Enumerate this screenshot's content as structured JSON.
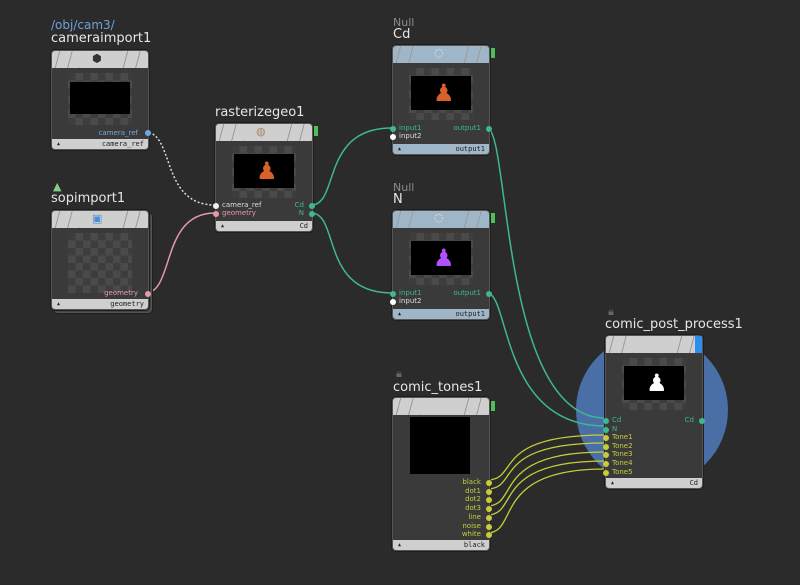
{
  "nodes": {
    "cameraimport": {
      "path": "/obj/cam3/",
      "name": "cameraimport1",
      "out": "camera_ref",
      "footer": "camera_ref"
    },
    "sopimport": {
      "name": "sopimport1",
      "out": "geometry",
      "footer": "geometry"
    },
    "rasterize": {
      "name": "rasterizegeo1",
      "in": [
        "camera_ref",
        "geometry"
      ],
      "out": [
        "Cd",
        "N"
      ],
      "footer": "Cd"
    },
    "nullcd": {
      "type": "Null",
      "name": "Cd",
      "in": [
        "input1",
        "input2"
      ],
      "out": "output1",
      "footer": "output1"
    },
    "nulln": {
      "type": "Null",
      "name": "N",
      "in": [
        "input1",
        "input2"
      ],
      "out": "output1",
      "footer": "output1"
    },
    "tones": {
      "name": "comic_tones1",
      "out": [
        "black",
        "dot1",
        "dot2",
        "dot3",
        "line",
        "noise",
        "white"
      ],
      "footer": "black"
    },
    "post": {
      "name": "comic_post_process1",
      "in": [
        "Cd",
        "N",
        "Tone1",
        "Tone2",
        "Tone3",
        "Tone4",
        "Tone5"
      ],
      "out": "Cd",
      "footer": "Cd"
    }
  },
  "colors": {
    "bg": "#2b2b2b",
    "wire_green": "#3fb890",
    "wire_pink": "#e59aa8",
    "wire_yellow": "#c8cc3a",
    "camera_port": "#6fa8e0",
    "highlight": "#4a70aa"
  }
}
